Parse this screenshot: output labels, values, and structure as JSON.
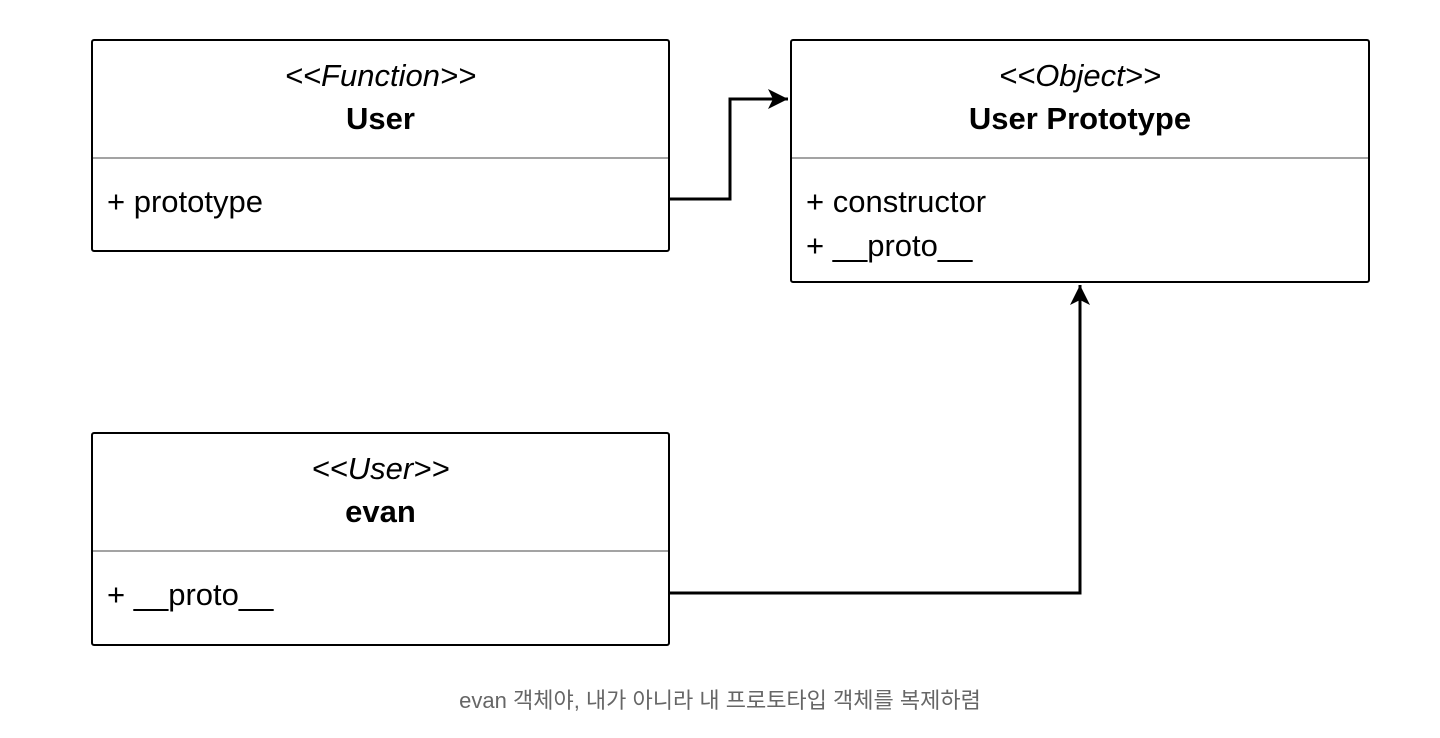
{
  "diagram": {
    "classes": [
      {
        "id": "user",
        "stereotype": "<<Function>>",
        "name": "User",
        "attributes": [
          "+ prototype"
        ]
      },
      {
        "id": "user-prototype",
        "stereotype": "<<Object>>",
        "name": "User Prototype",
        "attributes": [
          "+ constructor",
          "+ __proto__"
        ]
      },
      {
        "id": "evan",
        "stereotype": "<<User>>",
        "name": "evan",
        "attributes": [
          "+ __proto__"
        ]
      }
    ],
    "relations": [
      {
        "from": "user",
        "from_attribute": "+ prototype",
        "to": "user-prototype"
      },
      {
        "from": "evan",
        "from_attribute": "+ __proto__",
        "to": "user-prototype"
      }
    ]
  },
  "caption": "evan 객체야, 내가 아니라 내 프로토타입 객체를 복제하렴"
}
